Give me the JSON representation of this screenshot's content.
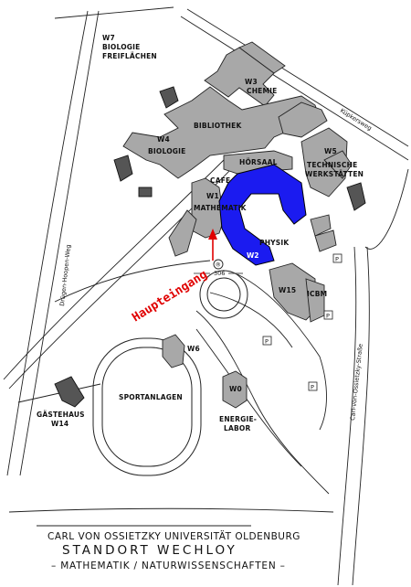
{
  "labels": {
    "w7": "W7",
    "biologie_freiflaechen_1": "BIOLOGIE",
    "biologie_freiflaechen_2": "FREIFLÄCHEN",
    "w3": "W3",
    "chemie": "CHEMIE",
    "bibliothek": "BIBLIOTHEK",
    "w4": "W4",
    "biologie": "BIOLOGIE",
    "hoersaal": "HÖRSAAL",
    "w5": "W5",
    "technische_1": "TECHNISCHE",
    "werkstaetten": "WERKSTÄTTEN",
    "cafe": "CAFE",
    "w1": "W1",
    "mathematik": "MATHEMATIK",
    "w2": "W2",
    "physik": "PHYSIK",
    "w15": "W15",
    "icbm": "ICBM",
    "w6": "W6",
    "sportanlagen": "SPORTANLAGEN",
    "w0": "W0",
    "energie_1": "ENERGIE-",
    "labor": "LABOR",
    "gaestehaus": "GÄSTEHAUS",
    "w14": "W14",
    "route_306": "306",
    "route_marker": "®",
    "parking": "P"
  },
  "roads": {
    "kuepkersweg": "Küpkersweg",
    "druegen_hoopen_weg": "Drügen-Hoopen-Weg",
    "carl_von_ossietzky_strasse": "Carl-von-Ossietzky-Straße"
  },
  "entrance": {
    "label": "Haupteingang",
    "color": "#e00000"
  },
  "highlight_color": "#1b1bf0",
  "title": {
    "line1": "CARL VON OSSIETZKY UNIVERSITÄT OLDENBURG",
    "line2": "STANDORT WECHLOY",
    "line3": "– MATHEMATIK / NATURWISSENSCHAFTEN –"
  }
}
